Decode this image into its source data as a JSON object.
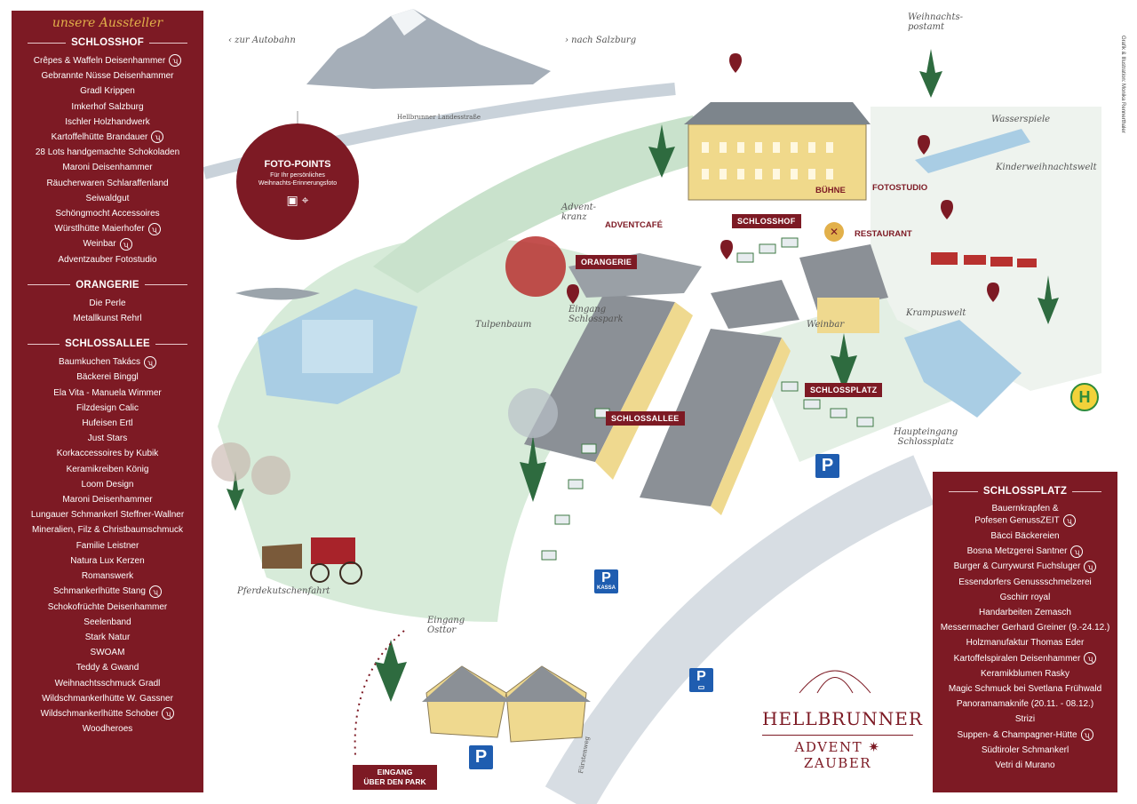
{
  "colors": {
    "brand": "#7d1a24",
    "gold": "#e2b04a",
    "parking": "#1f5db0"
  },
  "left_panel": {
    "title": "unsere Aussteller",
    "sections": [
      {
        "heading": "SCHLOSSHOF",
        "items": [
          {
            "name": "Crêpes & Waffeln Deisenhammer",
            "food": true
          },
          {
            "name": "Gebrannte Nüsse Deisenhammer",
            "food": false
          },
          {
            "name": "Gradl Krippen",
            "food": false
          },
          {
            "name": "Imkerhof Salzburg",
            "food": false
          },
          {
            "name": "Ischler Holzhandwerk",
            "food": false
          },
          {
            "name": "Kartoffelhütte Brandauer",
            "food": true
          },
          {
            "name": "28 Lots handgemachte Schokoladen",
            "food": false
          },
          {
            "name": "Maroni Deisenhammer",
            "food": false
          },
          {
            "name": "Räucherwaren Schlaraffenland",
            "food": false
          },
          {
            "name": "Seiwaldgut",
            "food": false
          },
          {
            "name": "Schöngmocht Accessoires",
            "food": false
          },
          {
            "name": "Würstlhütte Maierhofer",
            "food": true
          },
          {
            "name": "Weinbar",
            "food": true
          },
          {
            "name": "Adventzauber Fotostudio",
            "food": false
          }
        ]
      },
      {
        "heading": "ORANGERIE",
        "items": [
          {
            "name": "Die Perle",
            "food": false
          },
          {
            "name": "Metallkunst Rehrl",
            "food": false
          }
        ]
      },
      {
        "heading": "SCHLOSSALLEE",
        "items": [
          {
            "name": "Baumkuchen Takács",
            "food": true
          },
          {
            "name": "Bäckerei Binggl",
            "food": false
          },
          {
            "name": "Ela Vita - Manuela Wimmer",
            "food": false
          },
          {
            "name": "Filzdesign Calic",
            "food": false
          },
          {
            "name": "Hufeisen Ertl",
            "food": false
          },
          {
            "name": "Just Stars",
            "food": false
          },
          {
            "name": "Korkaccessoires by Kubik",
            "food": false
          },
          {
            "name": "Keramikreiben König",
            "food": false
          },
          {
            "name": "Loom Design",
            "food": false
          },
          {
            "name": "Maroni Deisenhammer",
            "food": false
          },
          {
            "name": "Lungauer Schmankerl Steffner-Wallner",
            "food": false
          },
          {
            "name": "Mineralien, Filz & Christbaumschmuck",
            "food": false
          },
          {
            "name": "Familie Leistner",
            "food": false
          },
          {
            "name": "Natura Lux Kerzen",
            "food": false
          },
          {
            "name": "Romanswerk",
            "food": false
          },
          {
            "name": "Schmankerlhütte Stang",
            "food": true
          },
          {
            "name": "Schokofrüchte Deisenhammer",
            "food": false
          },
          {
            "name": "Seelenband",
            "food": false
          },
          {
            "name": "Stark Natur",
            "food": false
          },
          {
            "name": "SWOAM",
            "food": false
          },
          {
            "name": "Teddy & Gwand",
            "food": false
          },
          {
            "name": "Weihnachtsschmuck Gradl",
            "food": false
          },
          {
            "name": "Wildschmankerlhütte W. Gassner",
            "food": false
          },
          {
            "name": "Wildschmankerlhütte Schober",
            "food": true
          },
          {
            "name": "Woodheroes",
            "food": false
          }
        ]
      }
    ]
  },
  "right_panel": {
    "heading": "SCHLOSSPLATZ",
    "items": [
      {
        "name": "Bauernkrapfen &\nPofesen GenussZEIT",
        "food": true
      },
      {
        "name": "Bäcci Bäckereien",
        "food": false
      },
      {
        "name": "Bosna Metzgerei Santner",
        "food": true
      },
      {
        "name": "Burger & Currywurst Fuchsluger",
        "food": true
      },
      {
        "name": "Essendorfers Genussschmelzerei",
        "food": false
      },
      {
        "name": "Gschirr royal",
        "food": false
      },
      {
        "name": "Handarbeiten Zemasch",
        "food": false
      },
      {
        "name": "Messermacher Gerhard Greiner (9.-24.12.)",
        "food": false
      },
      {
        "name": "Holzmanufaktur Thomas Eder",
        "food": false
      },
      {
        "name": "Kartoffelspiralen Deisenhammer",
        "food": true
      },
      {
        "name": "Keramikblumen Rasky",
        "food": false
      },
      {
        "name": "Magic Schmuck bei Svetlana Frühwald",
        "food": false
      },
      {
        "name": "Panoramamaknife (20.11. - 08.12.)",
        "food": false
      },
      {
        "name": "Strizi",
        "food": false
      },
      {
        "name": "Suppen- & Champagner-Hütte",
        "food": true
      },
      {
        "name": "Südtiroler Schmankerl",
        "food": false
      },
      {
        "name": "Vetri di Murano",
        "food": false
      }
    ]
  },
  "map": {
    "foto_points": {
      "title": "FOTO-POINTS",
      "subtitle1": "Für Ihr persönliches",
      "subtitle2": "Weihnachts-Erinnerungsfoto"
    },
    "zone_labels": {
      "orangerie": "ORANGERIE",
      "schlosshof": "SCHLOSSHOF",
      "schlossallee": "SCHLOSSALLEE",
      "schlossplatz": "SCHLOSSPLATZ"
    },
    "place_labels": {
      "adventcafe": "ADVENTCAFÉ",
      "buehne": "BÜHNE",
      "fotostudio": "FOTOSTUDIO",
      "restaurant": "RESTAURANT"
    },
    "script_labels": {
      "autobahn": "‹ zur Autobahn",
      "salzburg": "› nach Salzburg",
      "landesstrasse": "Hellbrunner Landesstraße",
      "weihnachtspostamt": "Weihnachts-\npostamt",
      "wasserspiele": "Wasserspiele",
      "kinderwelt": "Kinderweihnachtswelt",
      "adventkranz": "Advent-\nkranz",
      "tulpenbaum": "Tulpenbaum",
      "eingang_schlosspark": "Eingang\nSchlosspark",
      "weinbar": "Weinbar",
      "krampuswelt": "Krampuswelt",
      "haupteingang": "Haupteingang\nSchlossplatz",
      "pferdekutschenfahrt": "Pferdekutschenfahrt",
      "eingang_osttor": "Eingang\nOsttor",
      "fuerstenweg": "Fürstenweg"
    },
    "parking": {
      "p": "P",
      "kassa": "KASSA"
    },
    "bus_stop": "H",
    "entrance": "EINGANG\nÜBER DEN PARK",
    "brand1": "HELLBRUNNER",
    "brand2": "ADVENT ✷ ZAUBER",
    "credit": "Grafik & Illustration: Monika Rennerthaler"
  }
}
